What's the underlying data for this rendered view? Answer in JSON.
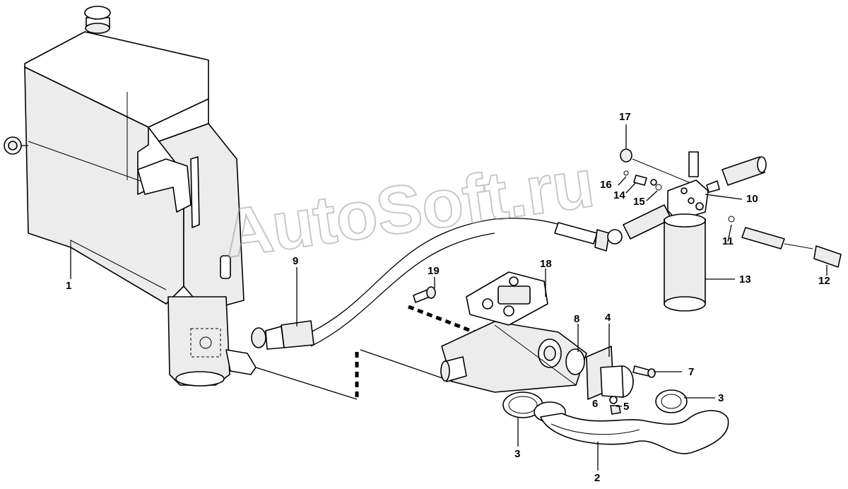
{
  "watermark": "AutoSoft.ru",
  "callouts": [
    "1",
    "2",
    "3",
    "3",
    "3",
    "4",
    "5",
    "6",
    "7",
    "8",
    "9",
    "10",
    "11",
    "12",
    "13",
    "14",
    "15",
    "16",
    "17",
    "18",
    "19"
  ]
}
